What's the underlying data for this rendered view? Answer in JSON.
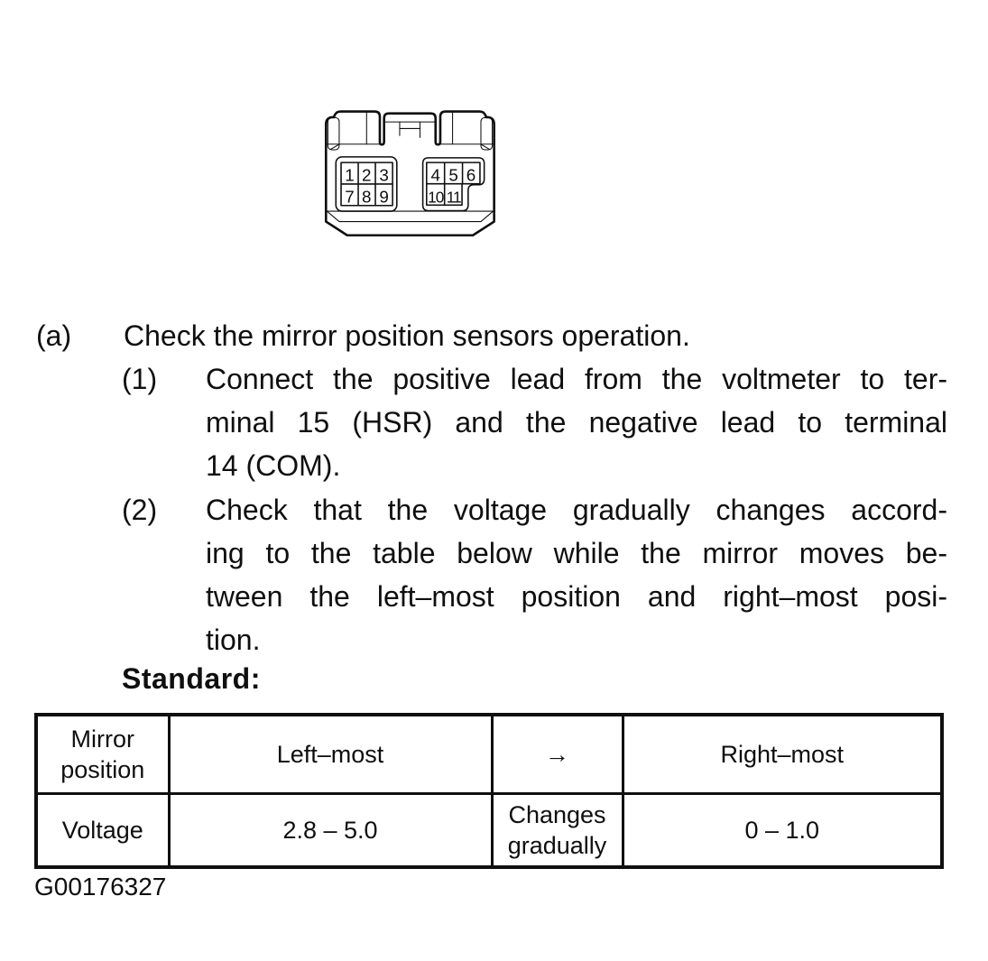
{
  "page": {
    "background": "#ffffff",
    "ink": "#0f0f0f"
  },
  "connector_figure": {
    "left_block": {
      "pins": [
        "1",
        "2",
        "3",
        "7",
        "8",
        "9"
      ]
    },
    "right_block": {
      "pins": [
        "4",
        "5",
        "6",
        "10",
        "11"
      ]
    }
  },
  "instructions": {
    "step_a": {
      "label": "(a)",
      "text": "Check the mirror position sensors operation."
    },
    "sub_1": {
      "label": "(1)",
      "lines": [
        "Connect the positive lead from the voltmeter to ter-",
        "minal 15 (HSR) and the negative lead to terminal",
        "14 (COM)."
      ]
    },
    "sub_2": {
      "label": "(2)",
      "lines": [
        "Check that the voltage gradually changes accord-",
        "ing to the table below while the mirror moves be-",
        "tween the left–most position and right–most posi-",
        "tion."
      ]
    },
    "standard_heading": "Standard:"
  },
  "standard_table": {
    "rows": [
      [
        "Mirror position",
        "Left–most",
        "→",
        "Right–most"
      ],
      [
        "Voltage",
        "2.8 – 5.0",
        "Changes gradually",
        "0 – 1.0"
      ]
    ]
  },
  "figure_id": "G00176327"
}
